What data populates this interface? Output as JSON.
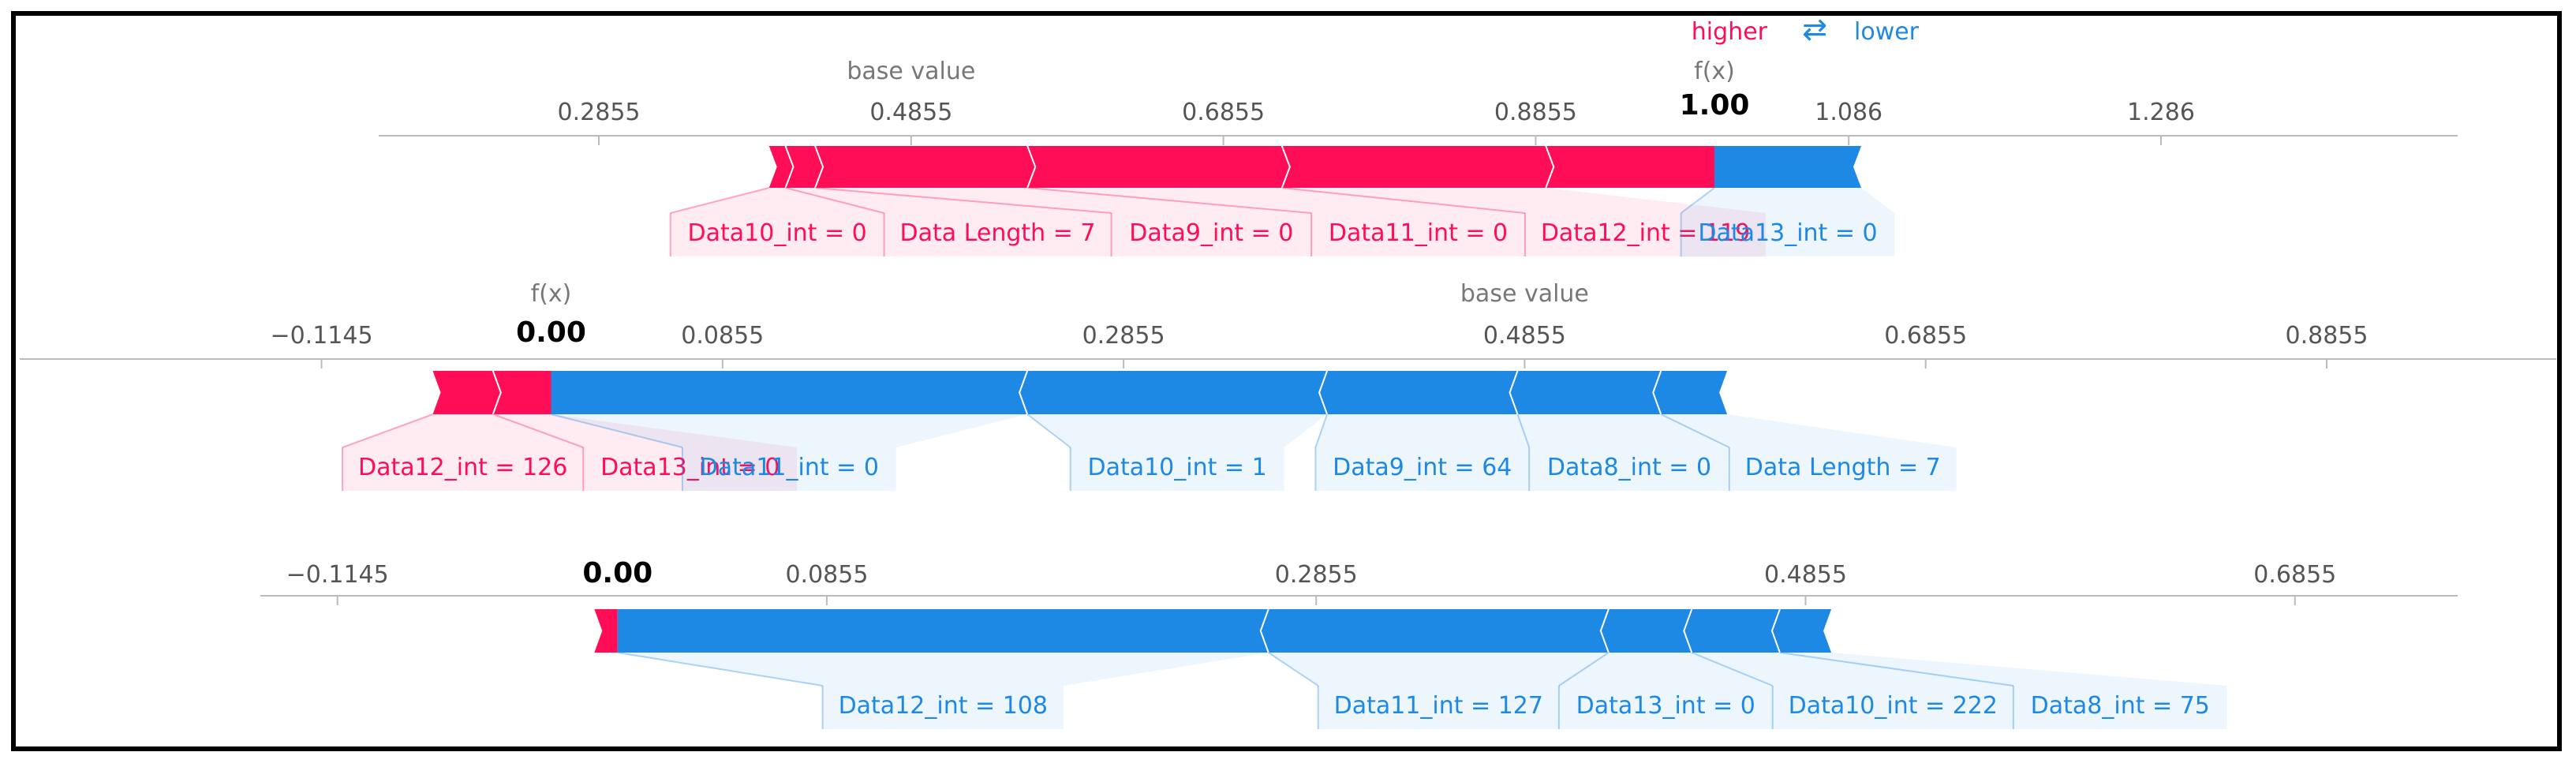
{
  "legend": {
    "higher": "higher",
    "arrows": "⇄",
    "lower": "lower"
  },
  "colors": {
    "higher": "#ff0d57",
    "lower": "#1e88e5",
    "axis": "#999999",
    "tick_text": "#555555",
    "label_higher": "#ff0d57",
    "label_lower": "#1e88e5"
  },
  "chart_data": [
    {
      "type": "force",
      "base_value_label": "base value",
      "fx_label": "f(x)",
      "output_value": 1.0,
      "output_text": "1.00",
      "base_value": 0.4855,
      "ticks": [
        "0.2855",
        "0.4855",
        "0.6855",
        "0.8855",
        "1.086",
        "1.286"
      ],
      "tick_values": [
        0.2855,
        0.4855,
        0.6855,
        0.8855,
        1.086,
        1.286
      ],
      "xlim": [
        0.1445,
        1.476
      ],
      "positive_features": [
        {
          "label": "Data10_int = 0",
          "from": 0.3945,
          "to": 0.405
        },
        {
          "label": "Data Length = 7",
          "from": 0.405,
          "to": 0.424
        },
        {
          "label": "Data9_int = 0",
          "from": 0.424,
          "to": 0.56
        },
        {
          "label": "Data11_int = 0",
          "from": 0.56,
          "to": 0.723
        },
        {
          "label": "Data12_int = 119",
          "from": 0.723,
          "to": 0.892
        },
        {
          "label": "Data12_int = 119b",
          "hidden": true,
          "from": 0.892,
          "to": 1.0
        }
      ],
      "negative_features": [
        {
          "label": "Data13_int = 0",
          "from": 1.0,
          "to": 1.094
        }
      ]
    },
    {
      "type": "force",
      "base_value_label": "base value",
      "fx_label": "f(x)",
      "output_value": 0.0,
      "output_text": "0.00",
      "base_value": 0.4855,
      "ticks": [
        "−0.1145",
        "0.0855",
        "0.2855",
        "0.4855",
        "0.6855",
        "0.8855"
      ],
      "tick_values": [
        -0.1145,
        0.0855,
        0.2855,
        0.4855,
        0.6855,
        0.8855
      ],
      "xlim": [
        -0.265,
        1.0
      ],
      "positive_features": [
        {
          "label": "Data12_int = 126",
          "from": -0.059,
          "to": -0.029
        },
        {
          "label": "Data13_int = 0",
          "from": -0.029,
          "to": 0.0
        }
      ],
      "negative_features": [
        {
          "label": "Data11_int = 0",
          "from": 0.0,
          "to": 0.2375
        },
        {
          "label": "Data10_int = 1",
          "from": 0.2375,
          "to": 0.387
        },
        {
          "label": "Data9_int = 64",
          "from": 0.387,
          "to": 0.482
        },
        {
          "label": "Data8_int = 0",
          "from": 0.482,
          "to": 0.5535
        },
        {
          "label": "Data Length = 7",
          "from": 0.5535,
          "to": 0.5865
        }
      ]
    },
    {
      "type": "force",
      "output_value": 0.0,
      "output_text": "0.00",
      "base_value": 0.4855,
      "ticks": [
        "−0.1145",
        "0.0855",
        "0.2855",
        "0.4855",
        "0.6855"
      ],
      "tick_values": [
        -0.1145,
        0.0855,
        0.2855,
        0.4855,
        0.6855
      ],
      "xlim": [
        -0.146,
        0.752
      ],
      "positive_features": [
        {
          "label": "Data12_int = 108",
          "hidden_label": true,
          "from": -0.0095,
          "to": 0.0
        }
      ],
      "negative_features": [
        {
          "label": "Data12_int = 108",
          "from": 0.0,
          "to": 0.266
        },
        {
          "label": "Data11_int = 127",
          "from": 0.266,
          "to": 0.405
        },
        {
          "label": "Data13_int = 0",
          "from": 0.405,
          "to": 0.439
        },
        {
          "label": "Data10_int = 222",
          "from": 0.439,
          "to": 0.475
        },
        {
          "label": "Data8_int = 75",
          "from": 0.475,
          "to": 0.496
        }
      ]
    }
  ]
}
